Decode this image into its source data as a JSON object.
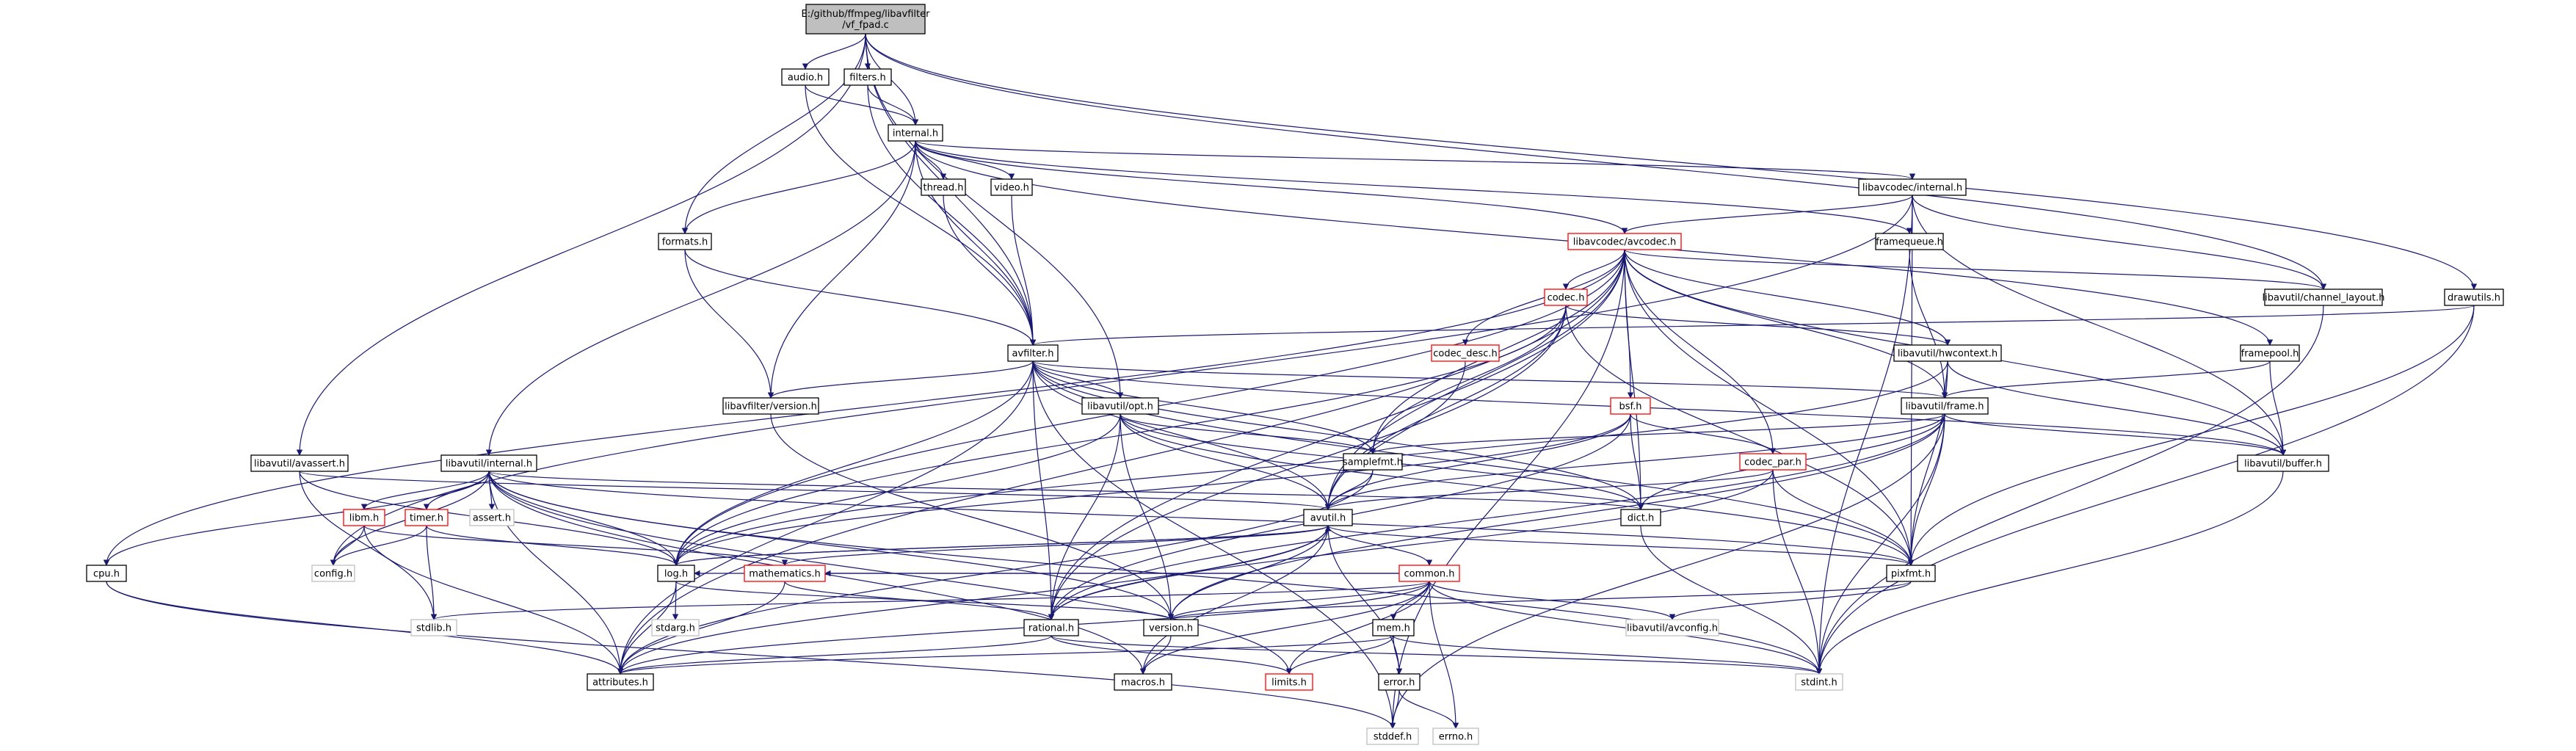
{
  "colors": {
    "edge": "#191970",
    "root_fill": "#bfbfbf",
    "normal_border": "#000000",
    "incomplete_border": "#ff0000",
    "system_border": "#bfbfbf"
  },
  "nodes": [
    {
      "id": "root",
      "lines": [
        "E:/github/ffmpeg/libavfilter",
        "/vf_fpad.c"
      ],
      "style": "root"
    },
    {
      "id": "audio",
      "lines": [
        "audio.h"
      ],
      "style": "normal"
    },
    {
      "id": "filters",
      "lines": [
        "filters.h"
      ],
      "style": "normal"
    },
    {
      "id": "internal",
      "lines": [
        "internal.h"
      ],
      "style": "normal"
    },
    {
      "id": "thread",
      "lines": [
        "thread.h"
      ],
      "style": "normal"
    },
    {
      "id": "video",
      "lines": [
        "video.h"
      ],
      "style": "normal"
    },
    {
      "id": "lavc_internal",
      "lines": [
        "libavcodec/internal.h"
      ],
      "style": "normal"
    },
    {
      "id": "formats",
      "lines": [
        "formats.h"
      ],
      "style": "normal"
    },
    {
      "id": "lavc_avcodec",
      "lines": [
        "libavcodec/avcodec.h"
      ],
      "style": "incomplete"
    },
    {
      "id": "framequeue",
      "lines": [
        "framequeue.h"
      ],
      "style": "normal"
    },
    {
      "id": "drawutils",
      "lines": [
        "drawutils.h"
      ],
      "style": "normal"
    },
    {
      "id": "codec",
      "lines": [
        "codec.h"
      ],
      "style": "incomplete"
    },
    {
      "id": "channel_layout",
      "lines": [
        "libavutil/channel_layout.h"
      ],
      "style": "normal"
    },
    {
      "id": "avfilter",
      "lines": [
        "avfilter.h"
      ],
      "style": "normal"
    },
    {
      "id": "codec_desc",
      "lines": [
        "codec_desc.h"
      ],
      "style": "incomplete"
    },
    {
      "id": "hwcontext",
      "lines": [
        "libavutil/hwcontext.h"
      ],
      "style": "normal"
    },
    {
      "id": "framepool",
      "lines": [
        "framepool.h"
      ],
      "style": "normal"
    },
    {
      "id": "lavfi_version",
      "lines": [
        "libavfilter/version.h"
      ],
      "style": "normal"
    },
    {
      "id": "opt",
      "lines": [
        "libavutil/opt.h"
      ],
      "style": "normal"
    },
    {
      "id": "bsf",
      "lines": [
        "bsf.h"
      ],
      "style": "incomplete"
    },
    {
      "id": "frame",
      "lines": [
        "libavutil/frame.h"
      ],
      "style": "normal"
    },
    {
      "id": "avassert",
      "lines": [
        "libavutil/avassert.h"
      ],
      "style": "normal"
    },
    {
      "id": "lavu_internal",
      "lines": [
        "libavutil/internal.h"
      ],
      "style": "normal"
    },
    {
      "id": "samplefmt",
      "lines": [
        "samplefmt.h"
      ],
      "style": "normal"
    },
    {
      "id": "codec_par",
      "lines": [
        "codec_par.h"
      ],
      "style": "incomplete"
    },
    {
      "id": "buffer",
      "lines": [
        "libavutil/buffer.h"
      ],
      "style": "normal"
    },
    {
      "id": "libm",
      "lines": [
        "libm.h"
      ],
      "style": "incomplete"
    },
    {
      "id": "timer",
      "lines": [
        "timer.h"
      ],
      "style": "incomplete"
    },
    {
      "id": "assert_h",
      "lines": [
        "assert.h"
      ],
      "style": "system"
    },
    {
      "id": "avutil",
      "lines": [
        "avutil.h"
      ],
      "style": "normal"
    },
    {
      "id": "dict",
      "lines": [
        "dict.h"
      ],
      "style": "normal"
    },
    {
      "id": "cpu",
      "lines": [
        "cpu.h"
      ],
      "style": "normal"
    },
    {
      "id": "config",
      "lines": [
        "config.h"
      ],
      "style": "system"
    },
    {
      "id": "log",
      "lines": [
        "log.h"
      ],
      "style": "normal"
    },
    {
      "id": "mathematics",
      "lines": [
        "mathematics.h"
      ],
      "style": "incomplete"
    },
    {
      "id": "common",
      "lines": [
        "common.h"
      ],
      "style": "incomplete"
    },
    {
      "id": "pixfmt",
      "lines": [
        "pixfmt.h"
      ],
      "style": "normal"
    },
    {
      "id": "stdlib",
      "lines": [
        "stdlib.h"
      ],
      "style": "system"
    },
    {
      "id": "stdarg",
      "lines": [
        "stdarg.h"
      ],
      "style": "system"
    },
    {
      "id": "rational",
      "lines": [
        "rational.h"
      ],
      "style": "normal"
    },
    {
      "id": "version",
      "lines": [
        "version.h"
      ],
      "style": "normal"
    },
    {
      "id": "avconfig",
      "lines": [
        "libavutil/avconfig.h"
      ],
      "style": "system"
    },
    {
      "id": "mem",
      "lines": [
        "mem.h"
      ],
      "style": "normal"
    },
    {
      "id": "attributes",
      "lines": [
        "attributes.h"
      ],
      "style": "normal"
    },
    {
      "id": "macros",
      "lines": [
        "macros.h"
      ],
      "style": "normal"
    },
    {
      "id": "limits",
      "lines": [
        "limits.h"
      ],
      "style": "incomplete"
    },
    {
      "id": "error",
      "lines": [
        "error.h"
      ],
      "style": "normal"
    },
    {
      "id": "stdint",
      "lines": [
        "stdint.h"
      ],
      "style": "system"
    },
    {
      "id": "stddef",
      "lines": [
        "stddef.h"
      ],
      "style": "system"
    },
    {
      "id": "errno",
      "lines": [
        "errno.h"
      ],
      "style": "system"
    }
  ],
  "edges": [
    [
      "root",
      "audio"
    ],
    [
      "root",
      "filters"
    ],
    [
      "root",
      "internal"
    ],
    [
      "root",
      "formats"
    ],
    [
      "root",
      "avfilter"
    ],
    [
      "root",
      "drawutils"
    ],
    [
      "root",
      "channel_layout"
    ],
    [
      "root",
      "opt"
    ],
    [
      "root",
      "avassert"
    ],
    [
      "audio",
      "internal"
    ],
    [
      "audio",
      "avfilter"
    ],
    [
      "filters",
      "internal"
    ],
    [
      "filters",
      "avfilter"
    ],
    [
      "internal",
      "thread"
    ],
    [
      "internal",
      "video"
    ],
    [
      "internal",
      "formats"
    ],
    [
      "internal",
      "avfilter"
    ],
    [
      "internal",
      "lavc_internal"
    ],
    [
      "internal",
      "lavc_avcodec"
    ],
    [
      "internal",
      "framequeue"
    ],
    [
      "internal",
      "framepool"
    ],
    [
      "internal",
      "lavfi_version"
    ],
    [
      "internal",
      "lavu_internal"
    ],
    [
      "thread",
      "avfilter"
    ],
    [
      "video",
      "avfilter"
    ],
    [
      "formats",
      "avfilter"
    ],
    [
      "formats",
      "lavfi_version"
    ],
    [
      "lavc_internal",
      "lavc_avcodec"
    ],
    [
      "lavc_internal",
      "buffer"
    ],
    [
      "lavc_internal",
      "channel_layout"
    ],
    [
      "lavc_internal",
      "pixfmt"
    ],
    [
      "lavc_internal",
      "stdint"
    ],
    [
      "lavc_internal",
      "config"
    ],
    [
      "lavc_avcodec",
      "codec"
    ],
    [
      "lavc_avcodec",
      "codec_desc"
    ],
    [
      "lavc_avcodec",
      "bsf"
    ],
    [
      "lavc_avcodec",
      "codec_par"
    ],
    [
      "lavc_avcodec",
      "hwcontext"
    ],
    [
      "lavc_avcodec",
      "frame"
    ],
    [
      "lavc_avcodec",
      "samplefmt"
    ],
    [
      "lavc_avcodec",
      "attributes"
    ],
    [
      "lavc_avcodec",
      "avutil"
    ],
    [
      "lavc_avcodec",
      "buffer"
    ],
    [
      "lavc_avcodec",
      "cpu"
    ],
    [
      "lavc_avcodec",
      "channel_layout"
    ],
    [
      "lavc_avcodec",
      "dict"
    ],
    [
      "lavc_avcodec",
      "log"
    ],
    [
      "lavc_avcodec",
      "pixfmt"
    ],
    [
      "lavc_avcodec",
      "rational"
    ],
    [
      "lavc_avcodec",
      "stddef"
    ],
    [
      "framequeue",
      "frame"
    ],
    [
      "drawutils",
      "avfilter"
    ],
    [
      "drawutils",
      "pixfmt"
    ],
    [
      "drawutils",
      "stdint"
    ],
    [
      "codec",
      "hwcontext"
    ],
    [
      "codec",
      "log"
    ],
    [
      "codec",
      "pixfmt"
    ],
    [
      "codec",
      "rational"
    ],
    [
      "codec",
      "samplefmt"
    ],
    [
      "codec",
      "avutil"
    ],
    [
      "channel_layout",
      "stdint"
    ],
    [
      "avfilter",
      "lavfi_version"
    ],
    [
      "avfilter",
      "frame"
    ],
    [
      "avfilter",
      "samplefmt"
    ],
    [
      "avfilter",
      "avutil"
    ],
    [
      "avfilter",
      "buffer"
    ],
    [
      "avfilter",
      "dict"
    ],
    [
      "avfilter",
      "log"
    ],
    [
      "avfilter",
      "pixfmt"
    ],
    [
      "avfilter",
      "rational"
    ],
    [
      "avfilter",
      "attributes"
    ],
    [
      "avfilter",
      "stddef"
    ],
    [
      "avfilter",
      "opt"
    ],
    [
      "codec_desc",
      "avutil"
    ],
    [
      "hwcontext",
      "buffer"
    ],
    [
      "hwcontext",
      "frame"
    ],
    [
      "hwcontext",
      "log"
    ],
    [
      "hwcontext",
      "pixfmt"
    ],
    [
      "framepool",
      "buffer"
    ],
    [
      "framepool",
      "frame"
    ],
    [
      "lavfi_version",
      "version"
    ],
    [
      "opt",
      "rational"
    ],
    [
      "opt",
      "avutil"
    ],
    [
      "opt",
      "dict"
    ],
    [
      "opt",
      "log"
    ],
    [
      "opt",
      "pixfmt"
    ],
    [
      "opt",
      "samplefmt"
    ],
    [
      "opt",
      "version"
    ],
    [
      "bsf",
      "dict"
    ],
    [
      "bsf",
      "log"
    ],
    [
      "bsf",
      "rational"
    ],
    [
      "bsf",
      "codec_par"
    ],
    [
      "bsf",
      "avutil"
    ],
    [
      "frame",
      "avutil"
    ],
    [
      "frame",
      "buffer"
    ],
    [
      "frame",
      "dict"
    ],
    [
      "frame",
      "rational"
    ],
    [
      "frame",
      "samplefmt"
    ],
    [
      "frame",
      "pixfmt"
    ],
    [
      "frame",
      "version"
    ],
    [
      "frame",
      "stdint"
    ],
    [
      "frame",
      "stddef"
    ],
    [
      "avassert",
      "avutil"
    ],
    [
      "avassert",
      "log"
    ],
    [
      "avassert",
      "stdlib"
    ],
    [
      "lavu_internal",
      "libm"
    ],
    [
      "lavu_internal",
      "timer"
    ],
    [
      "lavu_internal",
      "assert_h"
    ],
    [
      "lavu_internal",
      "cpu"
    ],
    [
      "lavu_internal",
      "config"
    ],
    [
      "lavu_internal",
      "attributes"
    ],
    [
      "lavu_internal",
      "dict"
    ],
    [
      "lavu_internal",
      "pixfmt"
    ],
    [
      "lavu_internal",
      "version"
    ],
    [
      "lavu_internal",
      "macros"
    ],
    [
      "lavu_internal",
      "log"
    ],
    [
      "lavu_internal",
      "stdint"
    ],
    [
      "lavu_internal",
      "limits"
    ],
    [
      "samplefmt",
      "avutil"
    ],
    [
      "samplefmt",
      "attributes"
    ],
    [
      "codec_par",
      "avutil"
    ],
    [
      "codec_par",
      "rational"
    ],
    [
      "codec_par",
      "pixfmt"
    ],
    [
      "codec_par",
      "stdint"
    ],
    [
      "buffer",
      "stdint"
    ],
    [
      "libm",
      "config"
    ],
    [
      "libm",
      "attributes"
    ],
    [
      "libm",
      "mathematics"
    ],
    [
      "timer",
      "config"
    ],
    [
      "timer",
      "log"
    ],
    [
      "timer",
      "stdlib"
    ],
    [
      "avutil",
      "common"
    ],
    [
      "avutil",
      "error"
    ],
    [
      "avutil",
      "rational"
    ],
    [
      "avutil",
      "version"
    ],
    [
      "avutil",
      "macros"
    ],
    [
      "avutil",
      "mathematics"
    ],
    [
      "avutil",
      "log"
    ],
    [
      "avutil",
      "pixfmt"
    ],
    [
      "avutil",
      "attributes"
    ],
    [
      "dict",
      "stdint"
    ],
    [
      "cpu",
      "attributes"
    ],
    [
      "cpu",
      "stddef"
    ],
    [
      "log",
      "avutil"
    ],
    [
      "log",
      "attributes"
    ],
    [
      "log",
      "version"
    ],
    [
      "log",
      "stdarg"
    ],
    [
      "mathematics",
      "attributes"
    ],
    [
      "mathematics",
      "rational"
    ],
    [
      "mathematics",
      "intfloat"
    ],
    [
      "common",
      "attributes"
    ],
    [
      "common",
      "macros"
    ],
    [
      "common",
      "version"
    ],
    [
      "common",
      "avconfig"
    ],
    [
      "common",
      "mem"
    ],
    [
      "common",
      "errno"
    ],
    [
      "common",
      "limits"
    ],
    [
      "common",
      "stdint"
    ],
    [
      "common",
      "stdlib"
    ],
    [
      "common",
      "mathematics"
    ],
    [
      "common",
      "log"
    ],
    [
      "pixfmt",
      "version"
    ],
    [
      "pixfmt",
      "avconfig"
    ],
    [
      "rational",
      "attributes"
    ],
    [
      "rational",
      "stdint"
    ],
    [
      "rational",
      "limits"
    ],
    [
      "version",
      "macros"
    ],
    [
      "mem",
      "attributes"
    ],
    [
      "mem",
      "error"
    ],
    [
      "mem",
      "limits"
    ],
    [
      "mem",
      "stdint"
    ],
    [
      "error",
      "errno"
    ],
    [
      "error",
      "stddef"
    ]
  ]
}
